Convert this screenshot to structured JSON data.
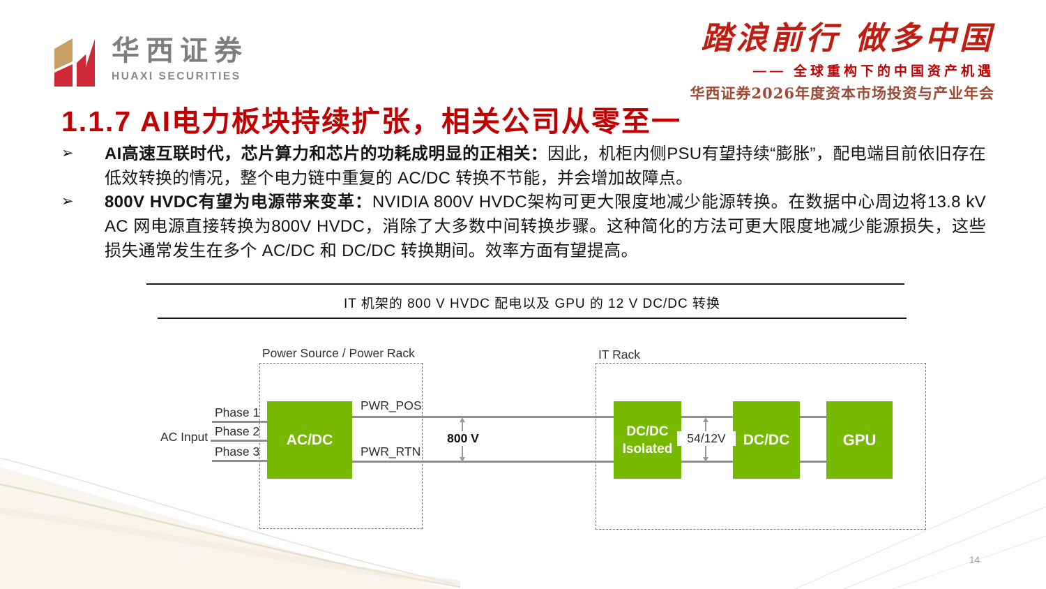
{
  "header": {
    "logo": {
      "zh": "华西证券",
      "en": "HUAXI SECURITIES"
    },
    "banner": {
      "slogan": "踏浪前行 做多中国",
      "subtitle": "—— 全球重构下的中国资产机遇",
      "event": "华西证券2026年度资本市场投资与产业年会"
    }
  },
  "title": "1.1.7 AI电力板块持续扩张，相关公司从零至一",
  "bullet_marker": "➢",
  "bullets": [
    {
      "lead": "AI高速互联时代，芯片算力和芯片的功耗成明显的正相关：",
      "body": "因此，机柜内侧PSU有望持续“膨胀”，配电端目前依旧存在低效转换的情况，整个电力链中重复的 AC/DC 转换不节能，并会增加故障点。"
    },
    {
      "lead": "800V HVDC有望为电源带来变革：",
      "body": "NVIDIA 800V HVDC架构可更大限度地减少能源转换。在数据中心周边将13.8 kV AC 网电源直接转换为800V HVDC，消除了大多数中间转换步骤。这种简化的方法可更大限度地减少能源损失，这些损失通常发生在多个 AC/DC 和 DC/DC 转换期间。效率方面有望提高。"
    }
  ],
  "figure": {
    "caption": "IT 机架的 800 V HVDC 配电以及 GPU 的 12 V DC/DC 转换",
    "groups": {
      "power_rack": "Power Source / Power Rack",
      "it_rack": "IT Rack"
    },
    "labels": {
      "ac_input": "AC Input",
      "phase1": "Phase 1",
      "phase2": "Phase 2",
      "phase3": "Phase 3",
      "pwr_pos": "PWR_POS",
      "pwr_rtn": "PWR_RTN",
      "v800": "800 V",
      "v54_12": "54/12V"
    },
    "blocks": {
      "acdc": "AC/DC",
      "dcdc_iso": {
        "line1": "DC/DC",
        "line2": "Isolated"
      },
      "dcdc": "DC/DC",
      "gpu": "GPU"
    },
    "colors": {
      "nvidia_green": "#76b900",
      "wire_gray": "#8e8e8e"
    }
  },
  "page_number": "14",
  "colors": {
    "title_red": "#c00000",
    "banner_red": "#c01d12",
    "event_brown": "#9c4a33",
    "logo_gray": "#7e7e7e",
    "logo_gold": "#c9a063",
    "logo_red": "#cf2937"
  }
}
